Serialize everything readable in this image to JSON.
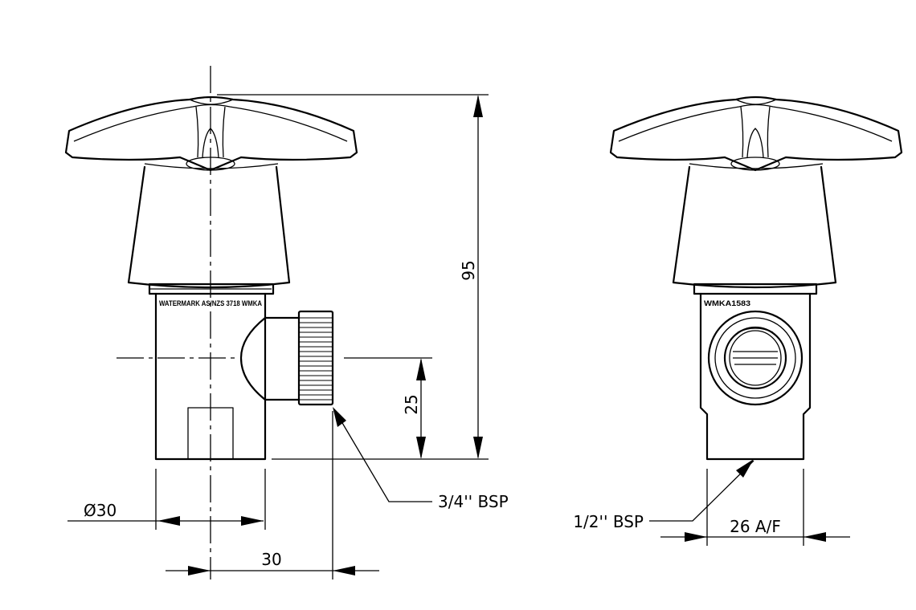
{
  "dimensions": {
    "height_total": "95",
    "outlet_height": "25",
    "body_diameter": "Ø30",
    "outlet_offset": "30",
    "outlet_thread": "3/4'' BSP",
    "inlet_thread": "1/2'' BSP",
    "across_flats": "26 A/F"
  },
  "markings": {
    "side_view": "WATERMARK AS/NZS 3718 WMKA",
    "front_view": "WMKA1583"
  },
  "colors": {
    "line": "#000000",
    "background": "#ffffff"
  }
}
